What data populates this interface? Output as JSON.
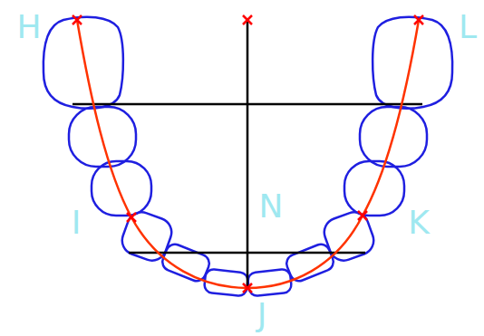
{
  "diagram": {
    "labels": [
      "H",
      "L",
      "I",
      "N",
      "K",
      "J"
    ]
  }
}
